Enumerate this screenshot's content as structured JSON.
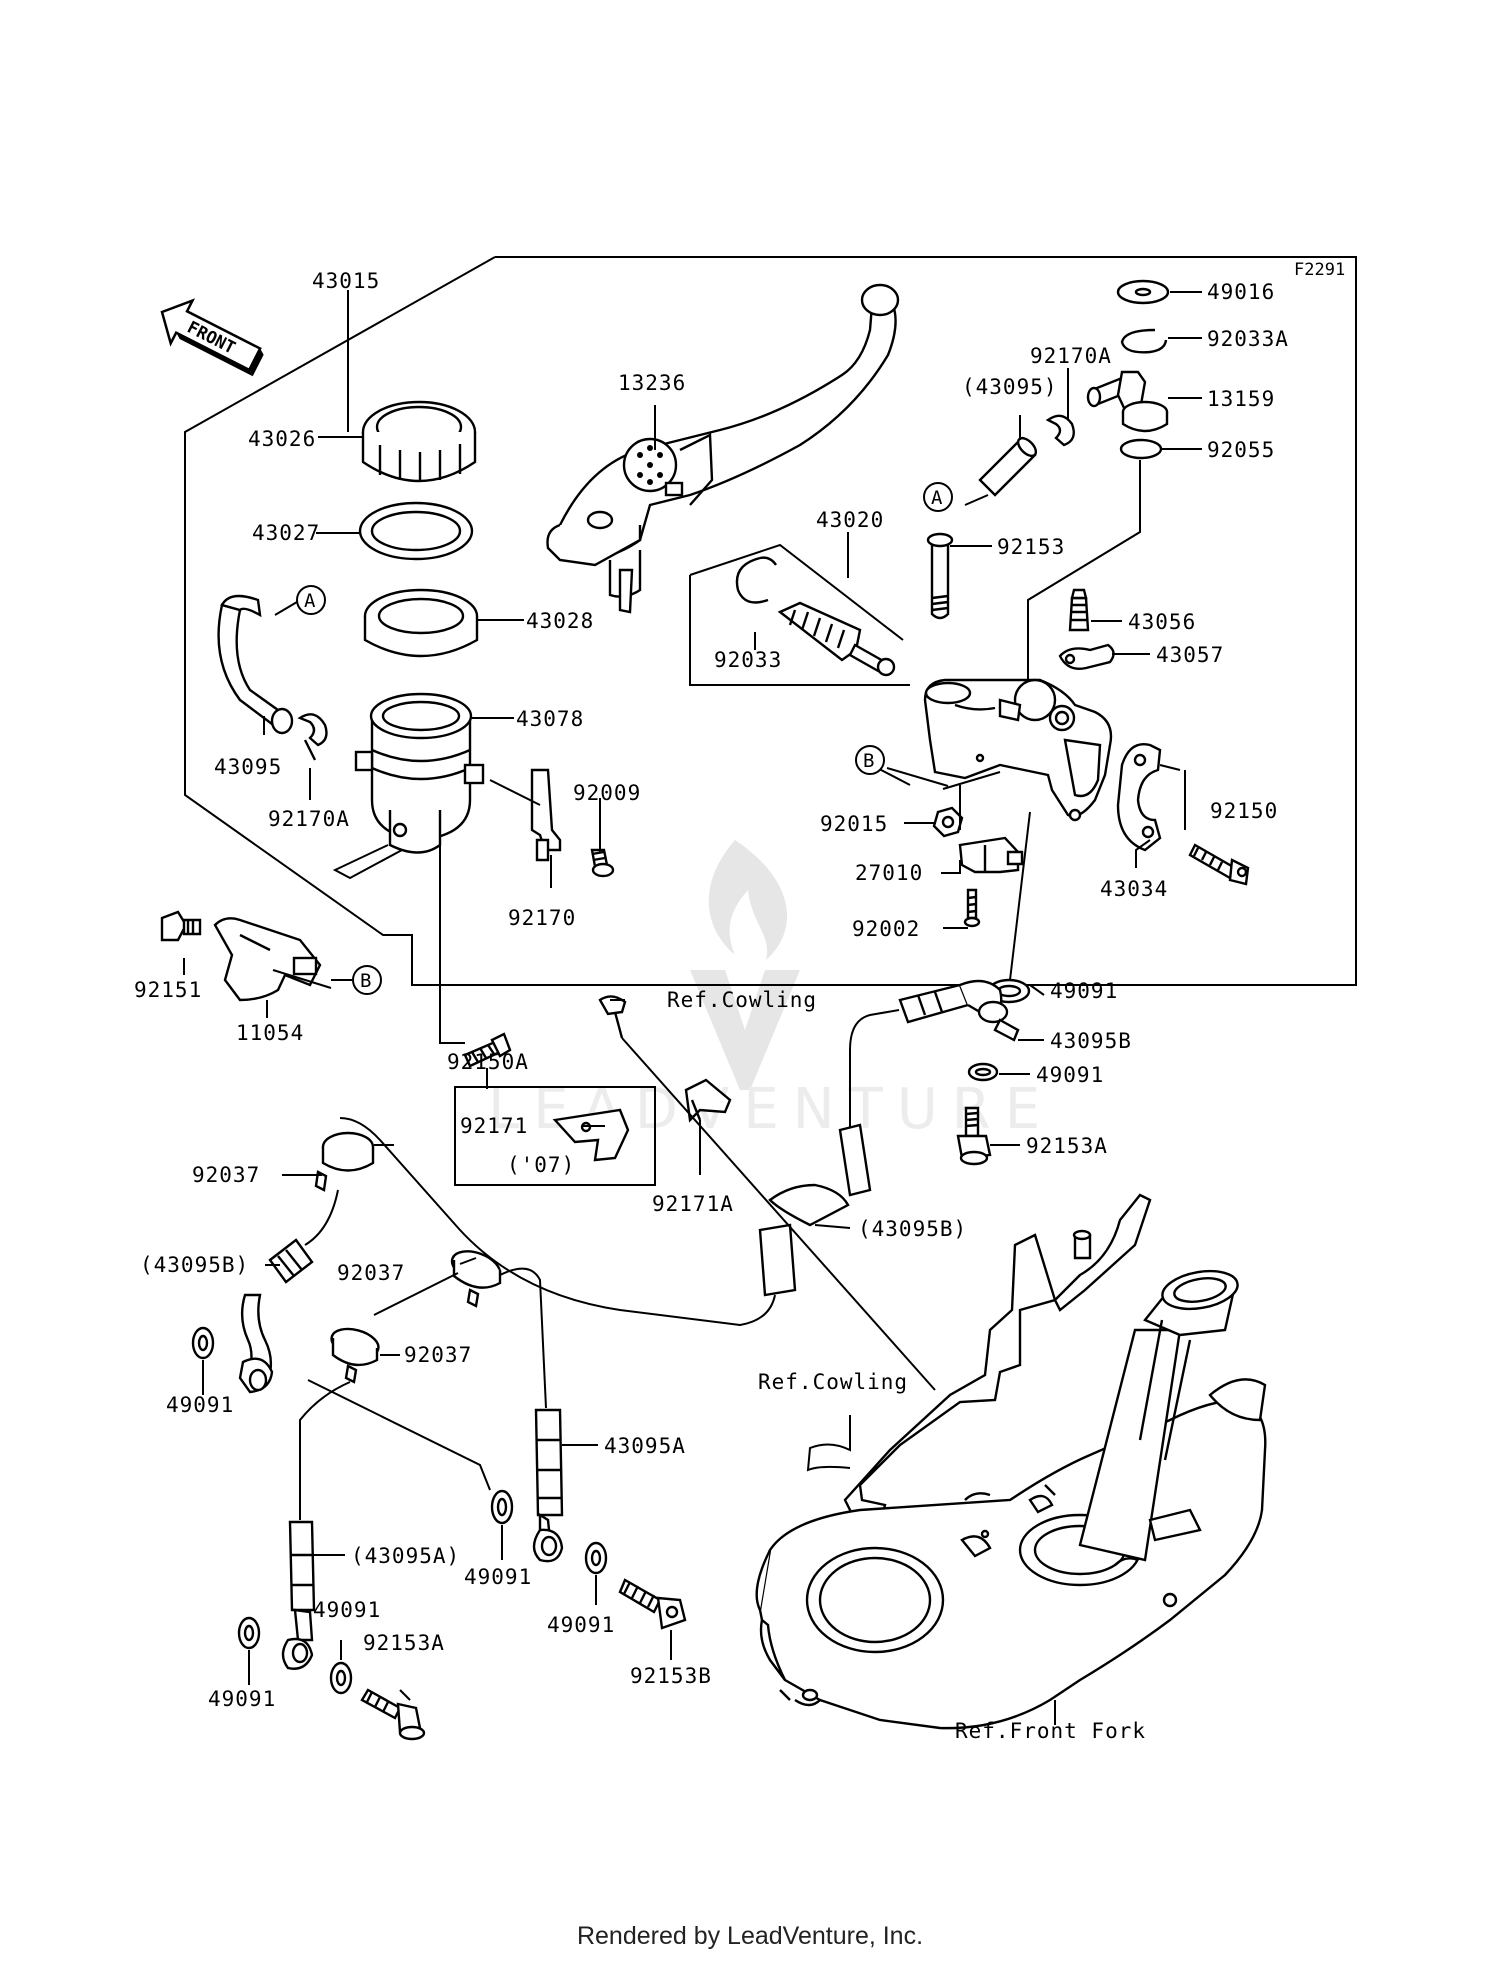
{
  "diagram_code": "F2291",
  "front_label": "FRONT",
  "callouts": {
    "A": "A",
    "B": "B"
  },
  "parts": {
    "p43015": "43015",
    "p43026": "43026",
    "p43027": "43027",
    "p43028": "43028",
    "p43078": "43078",
    "p43095": "43095",
    "p92170A_left": "92170A",
    "p92009": "92009",
    "p92170": "92170",
    "p92151": "92151",
    "p11054": "11054",
    "p92150A": "92150A",
    "p13236": "13236",
    "p43020": "43020",
    "p92033": "92033",
    "p43095_paren": "(43095)",
    "p92170A_right": "92170A",
    "p49016": "49016",
    "p92033A": "92033A",
    "p13159": "13159",
    "p92055": "92055",
    "p92153": "92153",
    "p43056": "43056",
    "p43057": "43057",
    "p92150": "92150",
    "p92015": "92015",
    "p27010": "27010",
    "p43034": "43034",
    "p92002": "92002",
    "p49091_a": "49091",
    "p43095B": "43095B",
    "p49091_b": "49091",
    "p92153A_a": "92153A",
    "p92171": "92171",
    "p07": "('07)",
    "p92171A": "92171A",
    "p43095B_paren_a": "(43095B)",
    "p92037_a": "92037",
    "p43095B_paren_b": "(43095B)",
    "p92037_b": "92037",
    "p92037_c": "92037",
    "p49091_c": "49091",
    "p43095A": "43095A",
    "p49091_d": "49091",
    "p43095A_paren": "(43095A)",
    "p49091_e": "49091",
    "p49091_f": "49091",
    "p49091_g": "49091",
    "p92153A_b": "92153A",
    "p92153B": "92153B"
  },
  "refs": {
    "cowling_top": "Ref.Cowling",
    "cowling_mid": "Ref.Cowling",
    "front_fork": "Ref.Front Fork"
  },
  "watermark": "LEADVENTURE",
  "footer": "Rendered by LeadVenture, Inc."
}
